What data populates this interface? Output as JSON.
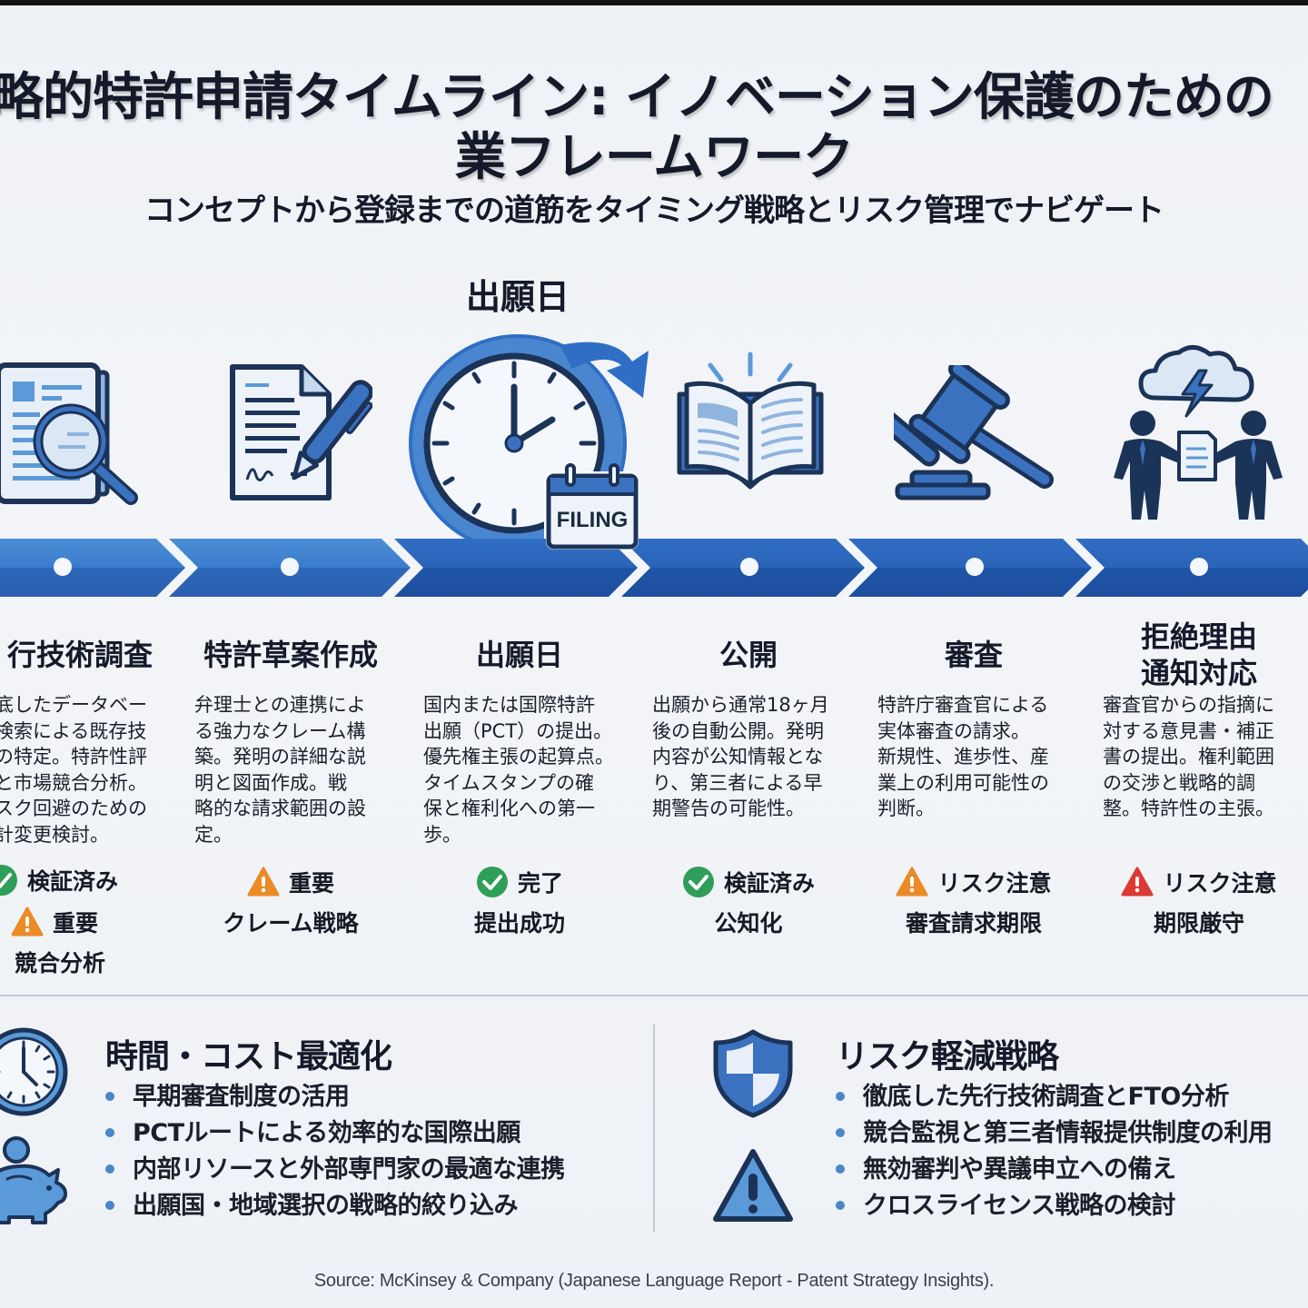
{
  "header": {
    "title_line1": "略的特許申請タイムライン: イノベーション保護のための",
    "title_line2": "業フレームワーク",
    "subtitle": "コンセプトから登録までの道筋をタイミング戦略とリスク管理でナビゲート"
  },
  "highlight": {
    "label": "出願日",
    "badge_text": "FILING"
  },
  "colors": {
    "primary_blue": "#2f6ec4",
    "dark_navy": "#1c3358",
    "light_blue": "#5b9ad8",
    "check_green": "#2f9e58",
    "warn_orange": "#ec8a26",
    "warn_red": "#dc3a33",
    "text_dark": "#141a2a"
  },
  "stages": [
    {
      "icon": "document-search-icon",
      "title": "行技術調査",
      "description": "底したデータベー検索による既存技の特定。特許性評と市場競合分析。スク回避のための計変更検討。",
      "desc_lines": [
        "底したデータベー",
        "検索による既存技",
        "の特定。特許性評",
        "と市場競合分析。",
        "スク回避のための",
        "計変更検討。"
      ],
      "statuses": [
        {
          "type": "check",
          "label": "検証済み"
        },
        {
          "type": "warn-orange",
          "label": "重要"
        }
      ],
      "note": "競合分析"
    },
    {
      "icon": "document-pen-icon",
      "title": "特許草案作成",
      "desc_lines": [
        "弁理士との連携によ",
        "る強力なクレーム構",
        "築。発明の詳細な説",
        "明と図面作成。戦",
        "略的な請求範囲の設",
        "定。"
      ],
      "statuses": [
        {
          "type": "warn-orange",
          "label": "重要"
        }
      ],
      "note": "クレーム戦略"
    },
    {
      "icon": "clock-filing-icon",
      "title": "出願日",
      "desc_lines": [
        "国内または国際特許",
        "出願（PCT）の提出。",
        "優先権主張の起算点。",
        "タイムスタンプの確",
        "保と権利化への第一",
        "歩。"
      ],
      "statuses": [
        {
          "type": "check",
          "label": "完了"
        }
      ],
      "note": "提出成功"
    },
    {
      "icon": "open-book-icon",
      "title": "公開",
      "desc_lines": [
        "出願から通常18ヶ月",
        "後の自動公開。発明",
        "内容が公知情報とな",
        "り、第三者による早",
        "期警告の可能性。"
      ],
      "statuses": [
        {
          "type": "check",
          "label": "検証済み"
        }
      ],
      "note": "公知化"
    },
    {
      "icon": "gavel-icon",
      "title": "審査",
      "desc_lines": [
        "特許庁審査官による",
        "実体審査の請求。",
        "新規性、進歩性、産",
        "業上の利用可能性の",
        "判断。"
      ],
      "statuses": [
        {
          "type": "warn-orange",
          "label": "リスク注意"
        }
      ],
      "note": "審査請求期限"
    },
    {
      "icon": "negotiation-icon",
      "title_lines": [
        "拒絶理由",
        "通知対応"
      ],
      "desc_lines": [
        "審査官からの指摘に",
        "対する意見書・補正",
        "書の提出。権利範囲",
        "の交渉と戦略的調",
        "整。特許性の主張。"
      ],
      "statuses": [
        {
          "type": "warn-red",
          "label": "リスク注意"
        }
      ],
      "note": "期限厳守"
    }
  ],
  "panels": {
    "left": {
      "title": "時間・コスト最適化",
      "icons": [
        "clock-icon",
        "piggy-bank-icon"
      ],
      "bullets": [
        "早期審査制度の活用",
        "PCTルートによる効率的な国際出願",
        "内部リソースと外部専門家の最適な連携",
        "出願国・地域選択の戦略的絞り込み"
      ]
    },
    "right": {
      "title": "リスク軽減戦略",
      "icons": [
        "shield-icon",
        "warning-triangle-icon"
      ],
      "bullets": [
        "徹底した先行技術調査とFTO分析",
        "競合監視と第三者情報提供制度の利用",
        "無効審判や異議申立への備え",
        "クロスライセンス戦略の検討"
      ]
    }
  },
  "footer": {
    "source": "Source: McKinsey & Company (Japanese Language Report - Patent Strategy Insights)."
  }
}
